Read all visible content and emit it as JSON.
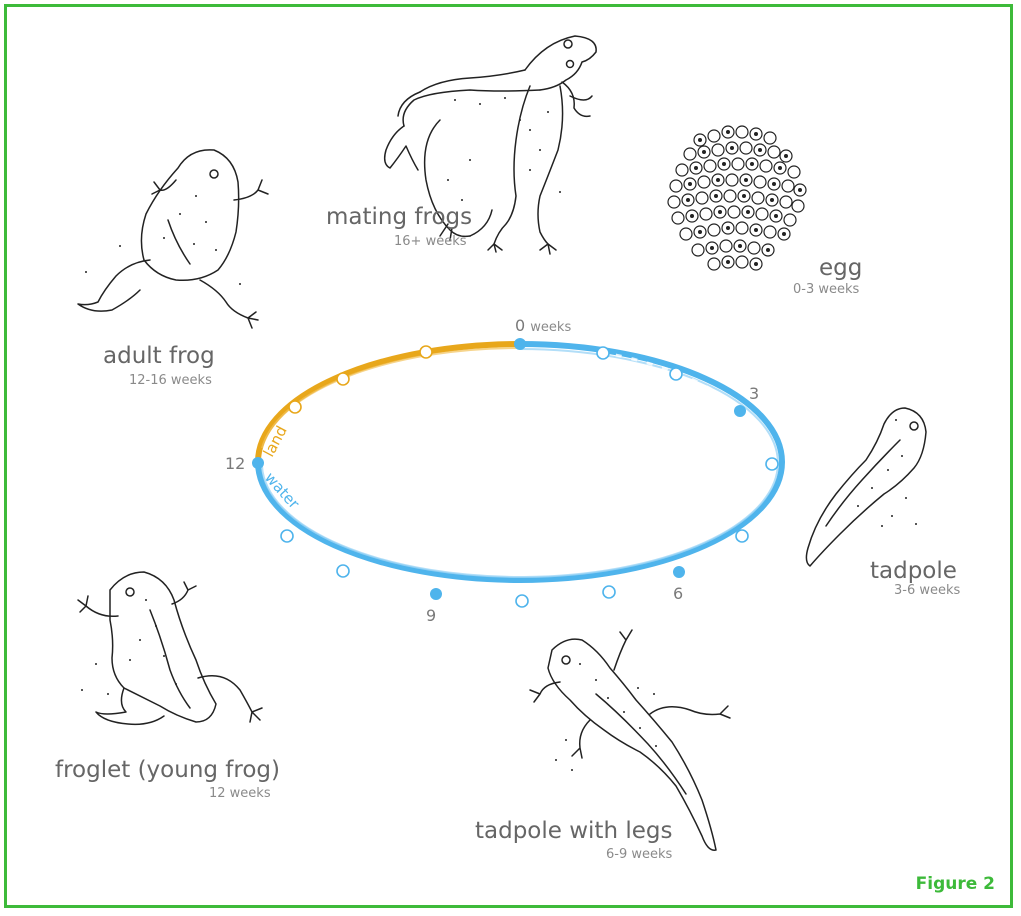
{
  "figure_label": "Figure 2",
  "stages": {
    "mating": {
      "name": "mating frogs",
      "duration": "16+ weeks"
    },
    "egg": {
      "name": "egg",
      "duration": "0-3 weeks"
    },
    "tadpole": {
      "name": "tadpole",
      "duration": "3-6 weeks"
    },
    "tadpole_legs": {
      "name": "tadpole with legs",
      "duration": "6-9 weeks"
    },
    "froglet": {
      "name": "froglet (young frog)",
      "duration": "12 weeks"
    },
    "adult": {
      "name": "adult frog",
      "duration": "12-16 weeks"
    }
  },
  "cycle": {
    "tick_0": "0",
    "tick_0_unit": "weeks",
    "tick_3": "3",
    "tick_6": "6",
    "tick_9": "9",
    "tick_12": "12",
    "land_label": "land",
    "water_label": "water"
  },
  "colors": {
    "border": "#3dba3a",
    "water": "#4fb4ec",
    "land": "#e8a71b",
    "text": "#666666"
  }
}
